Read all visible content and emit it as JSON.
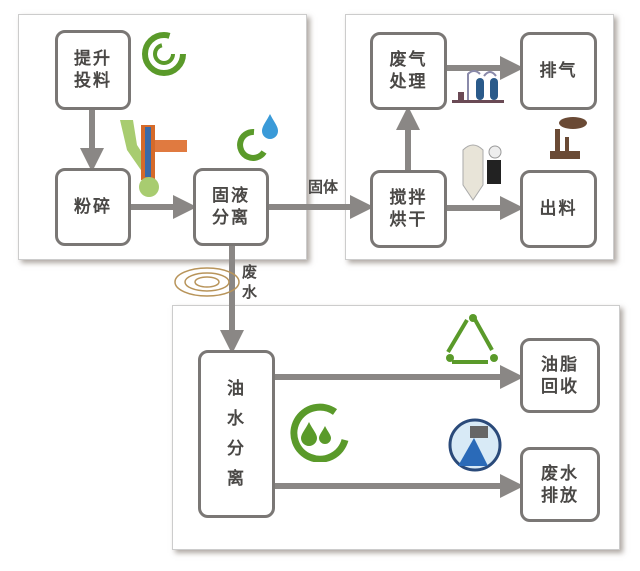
{
  "nodes": {
    "lift_feed": "提升\n投料",
    "crush": "粉碎",
    "solid_liquid_sep": "固液\n分离",
    "gas_treatment": "废气\n处理",
    "exhaust": "排气",
    "stir_dry": "搅拌\n烘干",
    "discharge": "出料",
    "oil_water_sep": "油\n水\n分\n离",
    "grease_recovery": "油脂\n回收",
    "wastewater_discharge": "废水\n排放"
  },
  "edge_labels": {
    "solid": "固体",
    "wastewater": "废水"
  },
  "colors": {
    "arrow": "#8a8785",
    "box_border": "#7a7775",
    "green": "#5a9a2a",
    "water": "#3a9ad8"
  }
}
